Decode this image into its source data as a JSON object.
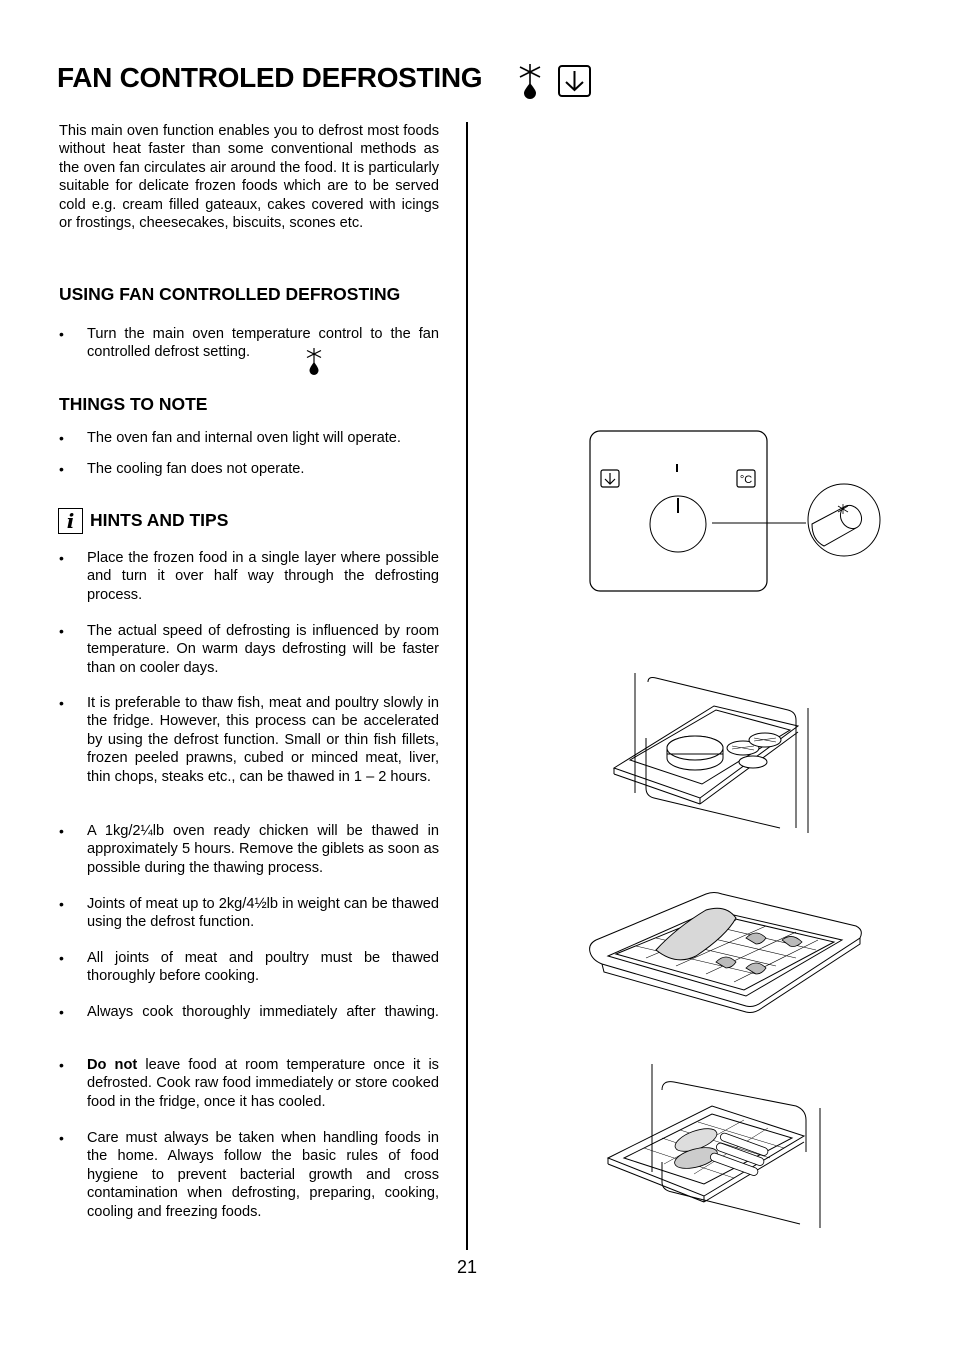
{
  "page": {
    "title": "FAN CONTROLED DEFROSTING",
    "intro": "This main oven function enables you to defrost most foods without heat faster than some conventional methods as the oven fan circulates air around the food.  It is particularly suitable for delicate frozen foods which are to be served cold e.g. cream filled gateaux, cakes covered with icings or frostings, cheesecakes, biscuits, scones etc.",
    "using_heading": "USING FAN CONTROLLED DEFROSTING",
    "using_bullet": "Turn the main oven temperature control to the fan controlled defrost setting.",
    "note_heading": "THINGS TO NOTE",
    "notes": [
      "The oven fan and internal oven light will operate.",
      "The cooling fan does not operate."
    ],
    "hints_heading": "HINTS AND TIPS",
    "hints_icon_letter": "i",
    "hints": [
      "Place the frozen food in a single layer where possible and turn it over half way through the defrosting process.",
      "The actual speed of defrosting is influenced by room temperature.  On warm days defrosting will be faster than on cooler days.",
      "It is preferable to thaw fish, meat and poultry slowly in the fridge.  However, this process can be accelerated by using the defrost function. Small or thin fish fillets, frozen peeled prawns, cubed or minced meat, liver, thin chops, steaks etc., can be thawed in 1 – 2 hours.",
      "A 1kg/2¼lb oven ready chicken will be thawed in approximately 5 hours. Remove the giblets as soon as possible during the thawing process.",
      "Joints of meat up to 2kg/4½lb in weight can be thawed using the defrost function.",
      "All joints of meat and poultry must be thawed thoroughly before cooking.",
      "Always cook thoroughly immediately after thawing."
    ],
    "hint_donot_bold": "Do not",
    "hint_donot_rest": " leave food at room temperature once it is defrosted.  Cook raw food immediately or store cooked food in the fridge, once it has cooled.",
    "hint_last": "Care must always be taken when handling foods in the home.  Always follow the basic rules of food hygiene to prevent bacterial growth and cross contamination when defrosting, preparing, cooking, cooling and freezing foods.",
    "bullet_char": "•",
    "panel_celsius_label": "°C",
    "page_number": "21",
    "icons": [
      "defrost-snowflake-drop-icon",
      "fan-arrow-down-box-icon",
      "info-i-icon"
    ]
  }
}
